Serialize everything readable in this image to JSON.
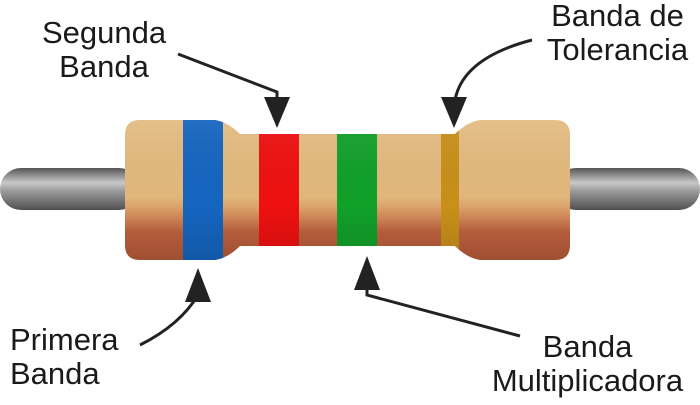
{
  "labels": {
    "segunda": [
      "Segunda",
      "Banda"
    ],
    "tolerancia": [
      "Banda de",
      "Tolerancia"
    ],
    "primera": [
      "Primera",
      "Banda"
    ],
    "multiplicadora": [
      "Banda",
      "Multiplicadora"
    ]
  },
  "bands": {
    "primera": "#1565c0",
    "segunda": "#ee1111",
    "multiplicadora": "#11a02a",
    "tolerancia": "#c8901a"
  },
  "colors": {
    "body_light": "#e2b87c",
    "body_dark": "#b65a38",
    "lead": "#8a8a8a",
    "arrow": "#222222"
  }
}
